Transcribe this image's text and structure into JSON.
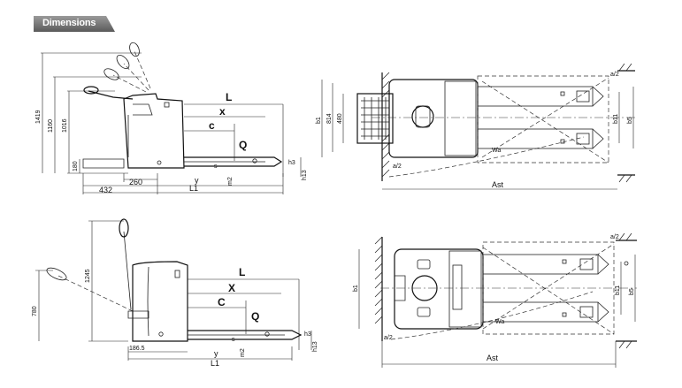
{
  "header": {
    "tab_label": "Dimensions"
  },
  "view_a_side": {
    "heights": [
      "1419",
      "1160",
      "1016"
    ],
    "base_height": "180",
    "bottom_dims": [
      "432",
      "260",
      "y",
      "L1"
    ],
    "right_dims": [
      "h3",
      "h13"
    ],
    "letters": [
      "L",
      "x",
      "c",
      "Q"
    ],
    "small_marks": [
      "s",
      "m2"
    ]
  },
  "view_a_top": {
    "left_dims": [
      "b1",
      "814",
      "480"
    ],
    "right_dims": [
      "b11",
      "b5"
    ],
    "labels": [
      "a/2",
      "a/2",
      "Wa",
      "Ast"
    ]
  },
  "view_b_side": {
    "heights": [
      "1245",
      "780"
    ],
    "bottom_dims": [
      "186.5",
      "y",
      "L1"
    ],
    "right_dims": [
      "h3",
      "h13"
    ],
    "letters": [
      "L",
      "X",
      "C",
      "Q"
    ],
    "small_marks": [
      "s",
      "m2"
    ]
  },
  "view_b_top": {
    "left_dims": [
      "b1"
    ],
    "right_dims": [
      "b11",
      "b5"
    ],
    "labels": [
      "a/2",
      "a/2",
      "Wa",
      "Ast"
    ]
  }
}
